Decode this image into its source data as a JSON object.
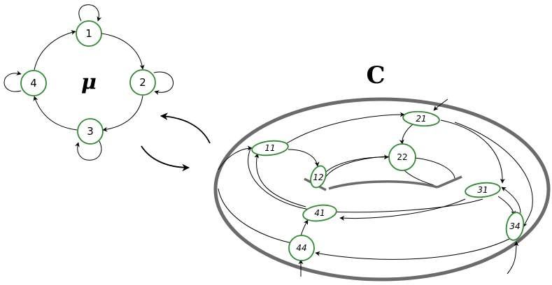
{
  "labels": {
    "mu": "μ",
    "c": "C"
  },
  "mu_nodes": [
    "1",
    "2",
    "3",
    "4"
  ],
  "torus_nodes": [
    "11",
    "12",
    "21",
    "22",
    "31",
    "34",
    "41",
    "44"
  ],
  "colors": {
    "node_stroke": "#2e8b2e",
    "torus_outline": "#6b6b6b",
    "edge": "#000000"
  }
}
